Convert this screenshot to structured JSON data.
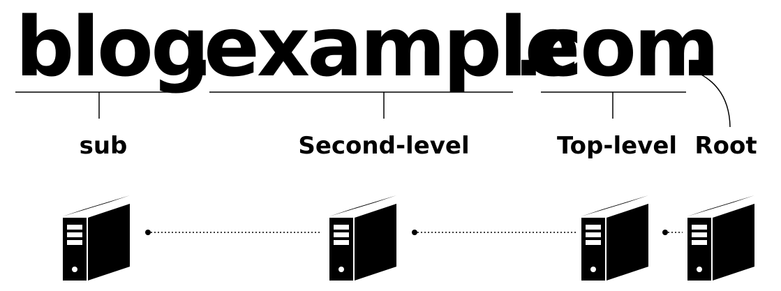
{
  "domain": {
    "parts": [
      "blog",
      ".",
      "example",
      ".",
      "com",
      "."
    ]
  },
  "labels": {
    "sub": "sub",
    "second_level": "Second-level",
    "top_level": "Top-level",
    "root": "Root"
  },
  "servers": [
    {
      "name": "sub-server-icon"
    },
    {
      "name": "second-level-server-icon"
    },
    {
      "name": "top-level-server-icon"
    },
    {
      "name": "root-server-icon"
    }
  ],
  "colors": {
    "ink": "#000000",
    "background": "#ffffff"
  }
}
